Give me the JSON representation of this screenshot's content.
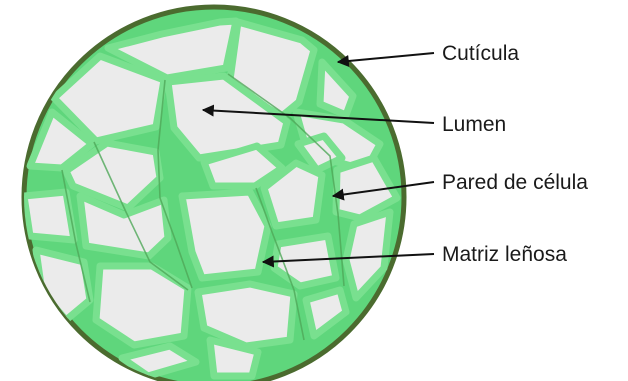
{
  "diagram": {
    "labels": {
      "cuticle": "Cutícula",
      "lumen": "Lumen",
      "cell_wall": "Pared de célula",
      "matrix": "Matriz leñosa"
    }
  },
  "colors": {
    "background": "#ffffff",
    "circle_fill": "#5fd67c",
    "circle_stroke": "#4b6b2f",
    "matrix_line": "#4fa859",
    "wall_fill": "#79e08f",
    "lumen_fill": "#ebebeb",
    "arrow": "#111111"
  }
}
